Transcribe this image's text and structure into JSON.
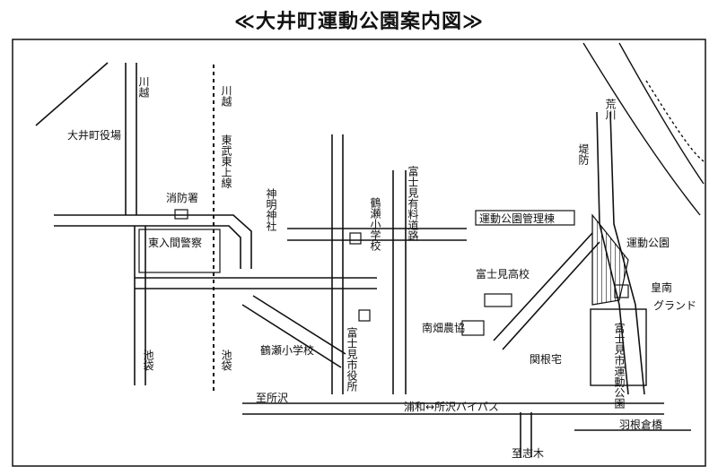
{
  "title": "≪大井町運動公園案内図≫",
  "labels": {
    "kawagoe_1": "川越",
    "kawagoe_2": "川越",
    "arakawa": "荒川",
    "teibou": "堤防",
    "ooi_yakuba": "大井町役場",
    "tobu_tojo": "東武東上線",
    "shinmei_jinja": "神明神社",
    "shobosho": "消防署",
    "higashi_iruma": "東入間警察",
    "kamisei_sho": "鶴瀬小学校",
    "fujimi_yuryo": "富士見有料道路",
    "kanri": "運動公園管理棟",
    "undo_koen": "運動公園",
    "fujimi_koko": "富士見高校",
    "hinan": "皇南",
    "ground": "グランド",
    "minami_hata": "南畑農協",
    "tsuruse_sho": "鶴瀬小学校",
    "fujimi_yakusho": "富士見市役所",
    "fujimi_undo": "富士見市運動公園",
    "sekinetaku": "関根宅",
    "ikebukuro_1": "池袋",
    "ikebukuro_2": "池袋",
    "shitokorozawa": "至所沢",
    "bypass": "浦和↔所沢バイパス",
    "hane_kurabashi": "羽根倉橋",
    "shishiki": "至志木"
  }
}
